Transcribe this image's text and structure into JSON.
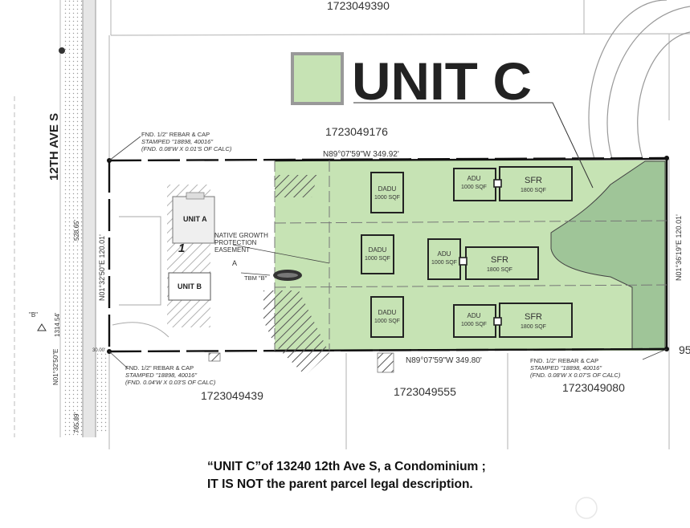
{
  "legend": {
    "title": "UNIT C",
    "swatch_color": "#c6e3b4"
  },
  "colors": {
    "unit_fill": "#c6e3b4",
    "line": "#111111",
    "road_fill": "#d8d8d8"
  },
  "parcels": {
    "north": "1723049390",
    "north_adjacent": "1723049176",
    "south_west": "1723049439",
    "south_mid": "1723049555",
    "south_east": "1723049080",
    "east_partial": "95"
  },
  "street": {
    "name": "12TH AVE S",
    "dim_1": "528.65'",
    "dim_2": "1314.54'",
    "dim_3": "765.89'",
    "bearing": "N01°32'50\"E",
    "marker": "\"B\"",
    "offset": "30.00'"
  },
  "boundary": {
    "north_bearing": "N89°07'59\"W 349.92'",
    "south_bearing": "N89°07'59\"W 349.80'",
    "west_bearing": "N01°32'50\"E 120.01'",
    "east_bearing": "N01°36'19\"E 120.01'"
  },
  "monuments": {
    "nw": [
      "FND. 1/2\" REBAR & CAP",
      "STAMPED \"18898, 40016\"",
      "(FND. 0.08'W X 0.01'S OF CALC)"
    ],
    "sw": [
      "FND. 1/2\" REBAR & CAP",
      "STAMPED \"18898, 40016\"",
      "(FND. 0.04'W X 0.03'S OF CALC)"
    ],
    "se": [
      "FND. 1/2\" REBAR & CAP",
      "STAMPED \"18898, 40016\"",
      "(FND. 0.08'W X 0.07'S OF CALC)"
    ]
  },
  "existing": {
    "unit_a": "UNIT A",
    "unit_b": "UNIT B",
    "lot_number": "1",
    "easement": [
      "NATIVE GROWTH",
      "PROTECTION",
      "EASEMENT"
    ],
    "tbm": "TBM \"B\"",
    "tbm_marker": "A"
  },
  "rows": [
    {
      "dadu": [
        "DADU",
        "1000 SQF"
      ],
      "adu": [
        "ADU",
        "1000 SQF"
      ],
      "sfr": [
        "SFR",
        "1800 SQF"
      ]
    },
    {
      "dadu": [
        "DADU",
        "1000 SQF"
      ],
      "adu": [
        "ADU",
        "1000 SQF"
      ],
      "sfr": [
        "SFR",
        "1800 SQF"
      ]
    },
    {
      "dadu": [
        "DADU",
        "1000 SQF"
      ],
      "adu": [
        "ADU",
        "1000 SQF"
      ],
      "sfr": [
        "SFR",
        "1800 SQF"
      ]
    }
  ],
  "caption": {
    "line1": "“UNIT C”of 13240 12th Ave S, a Condominium ;",
    "line2": "IT IS NOT the parent parcel legal description."
  }
}
